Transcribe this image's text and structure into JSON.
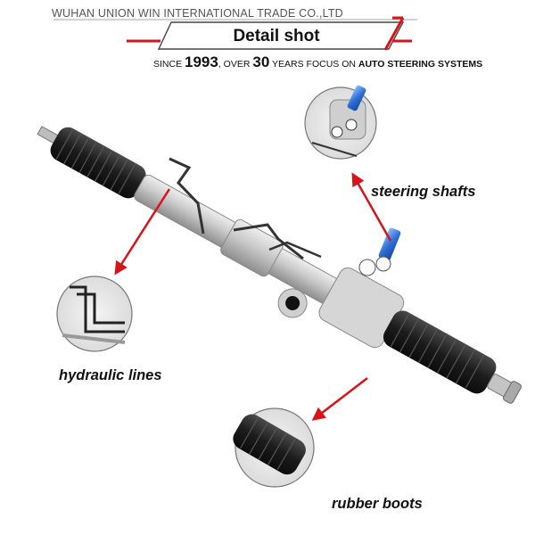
{
  "header": {
    "company": "WUHAN UNION WIN INTERNATIONAL TRADE CO.,LTD",
    "title": "Detail shot",
    "tagline": {
      "since": "SINCE",
      "year": "1993",
      "over": ", OVER",
      "years": "30",
      "rest_plain": "YEARS FOCUS ON",
      "rest_bold": "AUTO STEERING SYSTEMS"
    },
    "accent_color": "#d7141a"
  },
  "callouts": {
    "steering_shafts": "steering shafts",
    "hydraulic_lines": "hydraulic lines",
    "rubber_boots": "rubber boots"
  },
  "product": {
    "name_icon": "steering-rack-illustration",
    "cap_color": "#2f6fd6",
    "boot_color": "#1c1c1c"
  }
}
